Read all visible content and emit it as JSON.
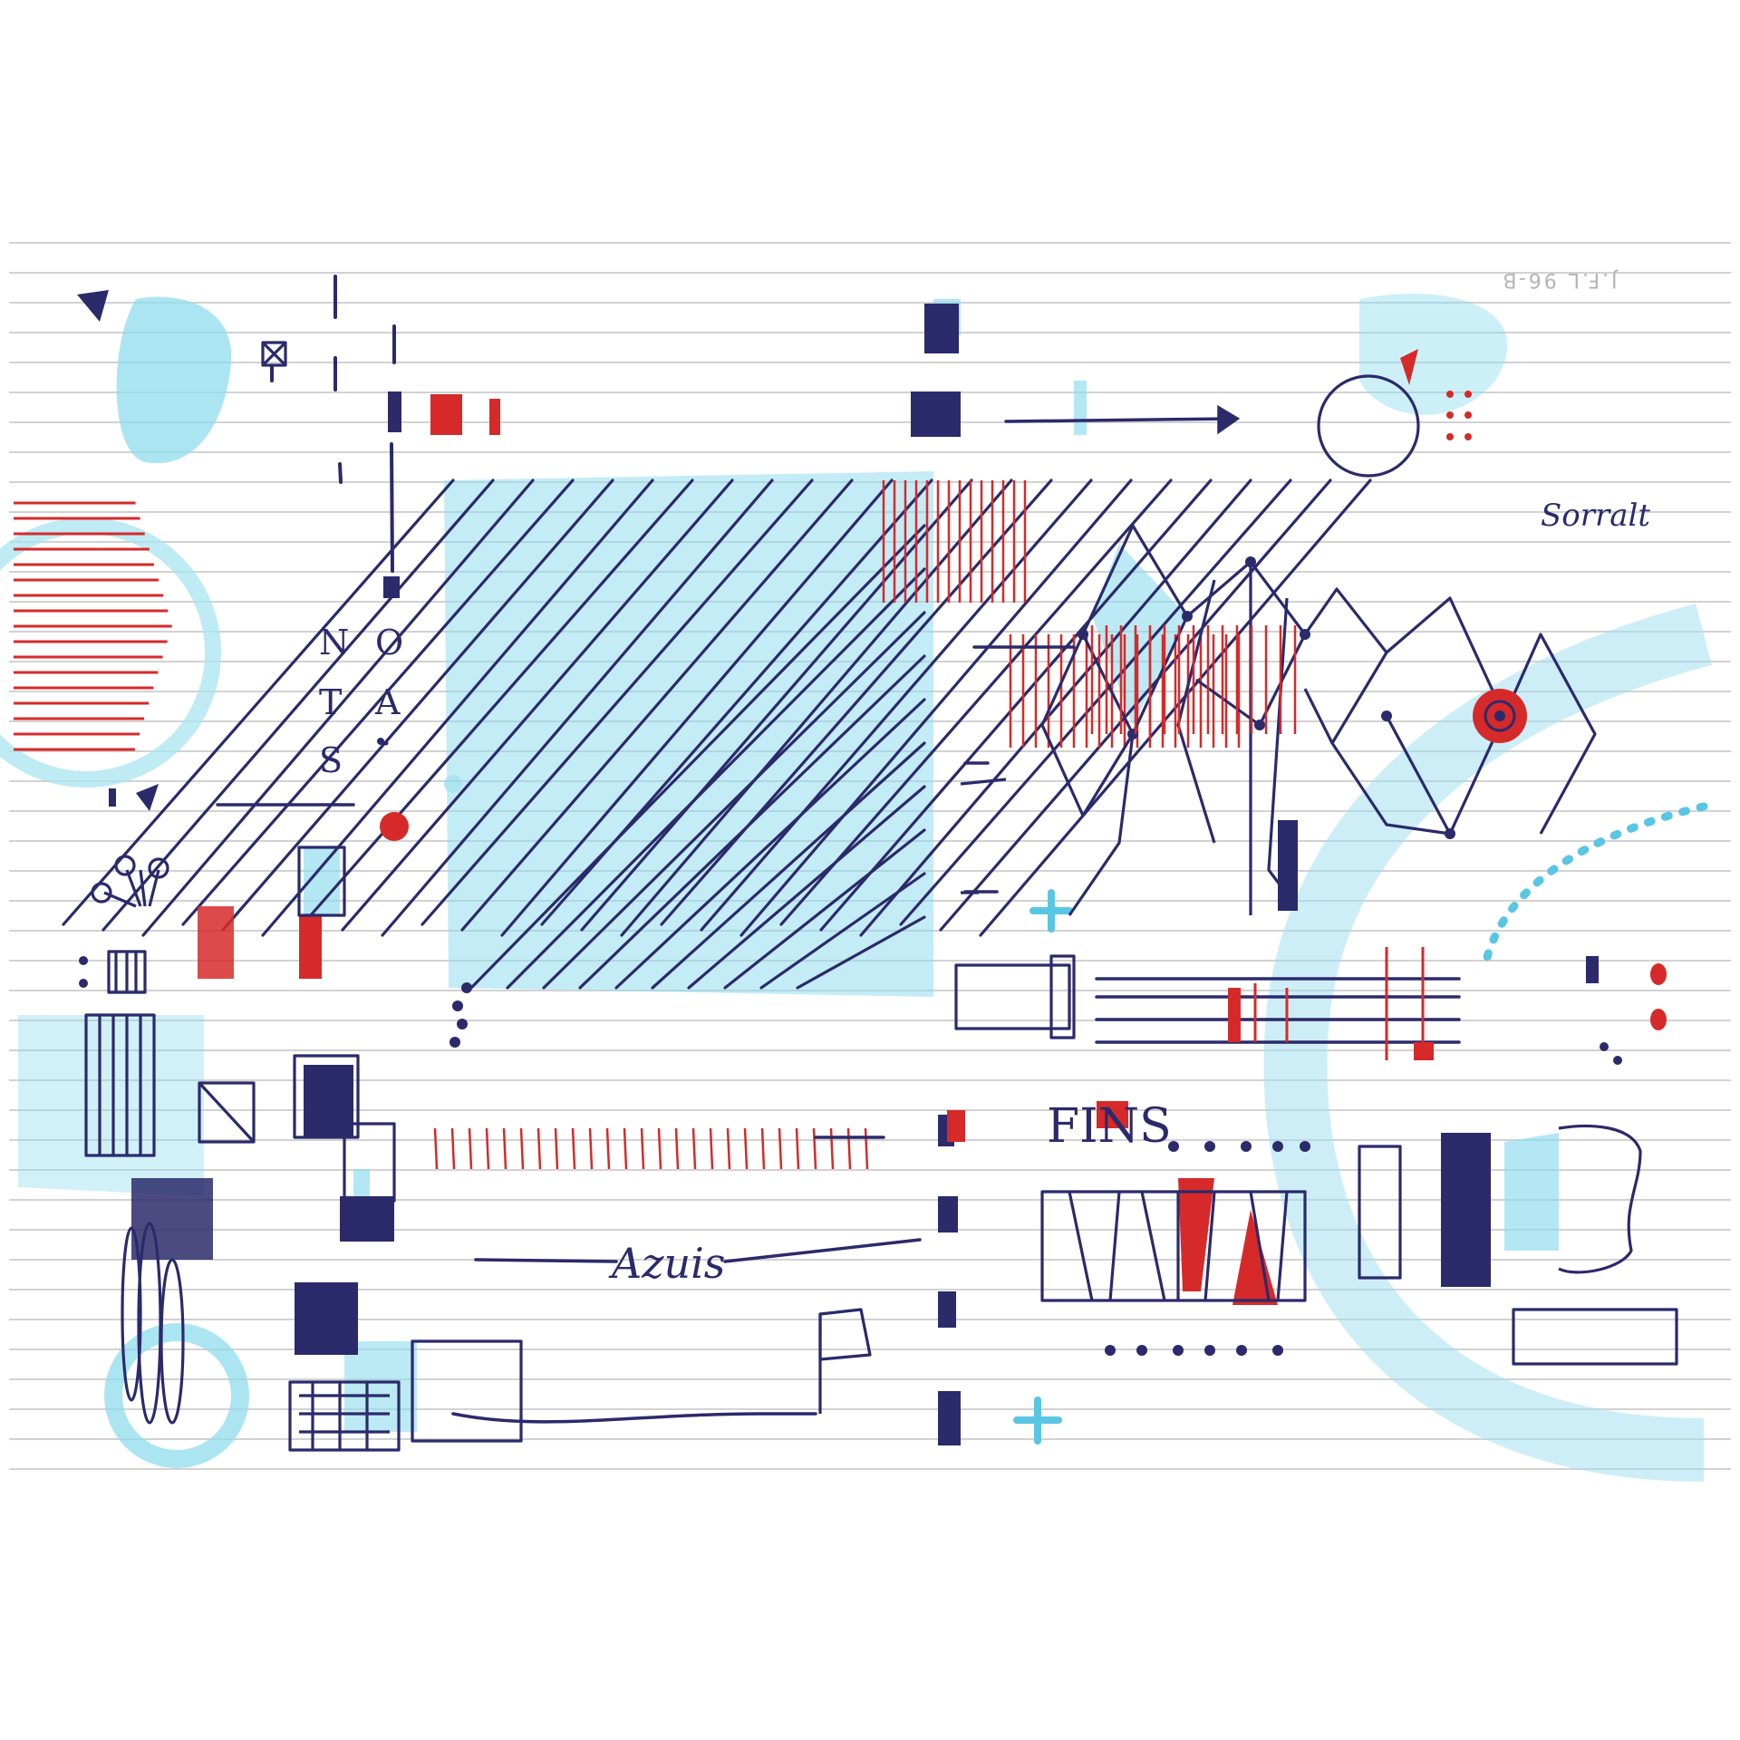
{
  "page": {
    "background": "#ffffff",
    "paper_lines_color": "#cfcfcf",
    "ink_colors": {
      "blue_ink": "#2b2a6b",
      "red_ink": "#d62a2a",
      "cyan_marker": "#7fd6ea"
    }
  },
  "labels": {
    "paper_ref": "J.F.L 96-B",
    "notas_col1": [
      "N",
      "T",
      "S"
    ],
    "notas_col2": [
      "O",
      "A",
      "."
    ],
    "azuis": "Azuis",
    "fins": "FINS",
    "scribble_word": "Sorralt"
  }
}
